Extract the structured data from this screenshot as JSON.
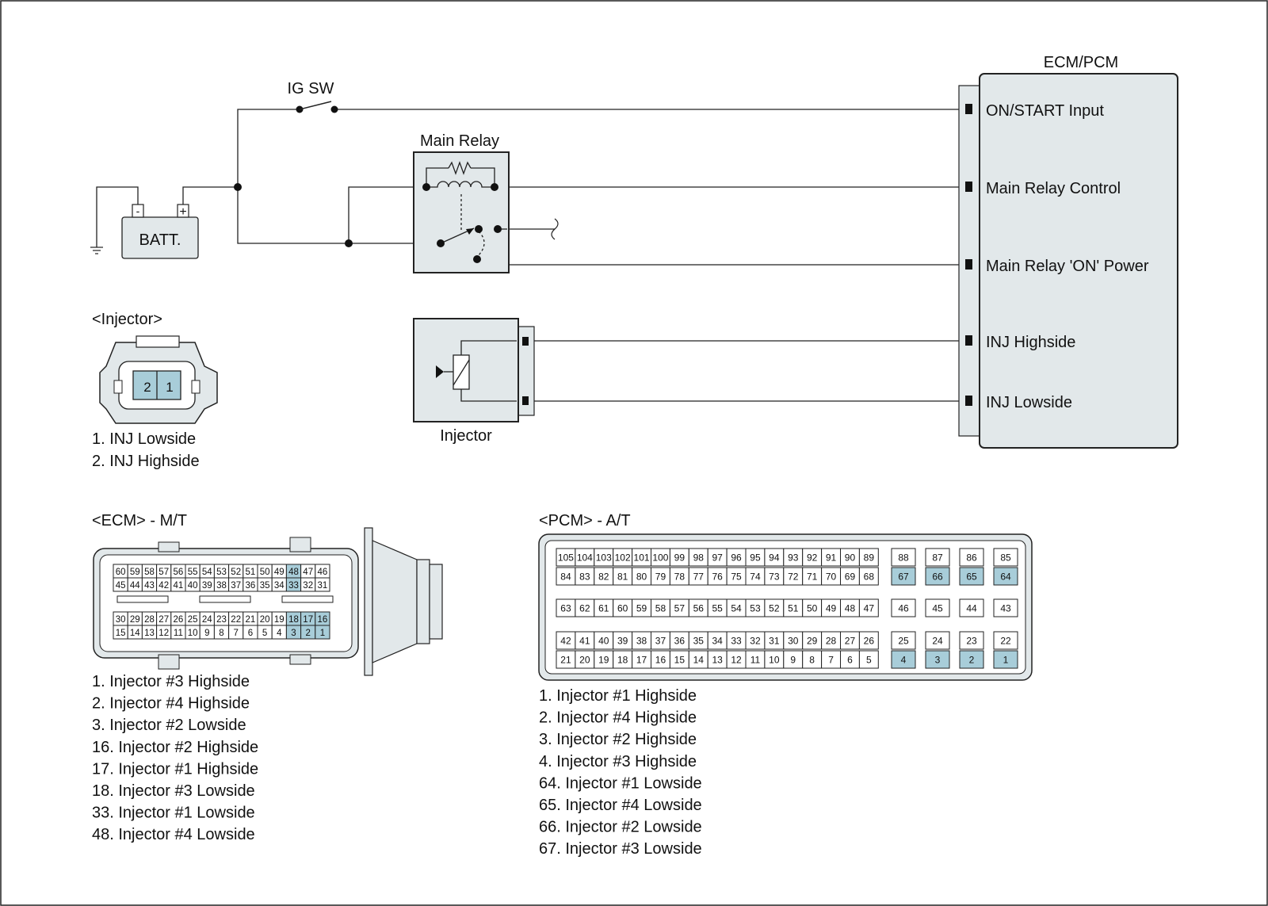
{
  "colors": {
    "box_fill": "#e2e8ea",
    "highlight_pin": "#a8cdd9",
    "line": "#222222"
  },
  "circuit": {
    "ig_sw_label": "IG SW",
    "battery_label": "BATT.",
    "battery_minus": "-",
    "battery_plus": "+",
    "main_relay_label": "Main Relay",
    "injector_label": "Injector",
    "ecm_title": "ECM/PCM",
    "ecm_terminals": [
      "ON/START Input",
      "Main Relay Control",
      "Main Relay 'ON' Power",
      "INJ Highside",
      "INJ Lowside"
    ]
  },
  "injector_connector": {
    "title": "<Injector>",
    "pins": [
      "2",
      "1"
    ],
    "legend": [
      "1. INJ Lowside",
      "2. INJ Highside"
    ]
  },
  "ecm_connector": {
    "title": "<ECM> - M/T",
    "rows": [
      [
        "60",
        "59",
        "58",
        "57",
        "56",
        "55",
        "54",
        "53",
        "52",
        "51",
        "50",
        "49",
        "48",
        "47",
        "46"
      ],
      [
        "45",
        "44",
        "43",
        "42",
        "41",
        "40",
        "39",
        "38",
        "37",
        "36",
        "35",
        "34",
        "33",
        "32",
        "31"
      ],
      [
        "30",
        "29",
        "28",
        "27",
        "26",
        "25",
        "24",
        "23",
        "22",
        "21",
        "20",
        "19",
        "18",
        "17",
        "16"
      ],
      [
        "15",
        "14",
        "13",
        "12",
        "11",
        "10",
        "9",
        "8",
        "7",
        "6",
        "5",
        "4",
        "3",
        "2",
        "1"
      ]
    ],
    "highlighted": [
      "48",
      "33",
      "18",
      "17",
      "16",
      "3",
      "2",
      "1"
    ],
    "legend": [
      "1. Injector #3 Highside",
      "2. Injector #4 Highside",
      "3. Injector #2 Lowside",
      "16. Injector #2 Highside",
      "17. Injector #1 Highside",
      "18. Injector #3 Lowside",
      "33. Injector #1 Lowside",
      "48. Injector #4 Lowside"
    ]
  },
  "pcm_connector": {
    "title": "<PCM> - A/T",
    "main_rows": [
      [
        "105",
        "104",
        "103",
        "102",
        "101",
        "100",
        "99",
        "98",
        "97",
        "96",
        "95",
        "94",
        "93",
        "92",
        "91",
        "90",
        "89"
      ],
      [
        "84",
        "83",
        "82",
        "81",
        "80",
        "79",
        "78",
        "77",
        "76",
        "75",
        "74",
        "73",
        "72",
        "71",
        "70",
        "69",
        "68"
      ],
      [
        "63",
        "62",
        "61",
        "60",
        "59",
        "58",
        "57",
        "56",
        "55",
        "54",
        "53",
        "52",
        "51",
        "50",
        "49",
        "48",
        "47"
      ],
      [
        "42",
        "41",
        "40",
        "39",
        "38",
        "37",
        "36",
        "35",
        "34",
        "33",
        "32",
        "31",
        "30",
        "29",
        "28",
        "27",
        "26"
      ],
      [
        "21",
        "20",
        "19",
        "18",
        "17",
        "16",
        "15",
        "14",
        "13",
        "12",
        "11",
        "10",
        "9",
        "8",
        "7",
        "6",
        "5"
      ]
    ],
    "side_columns": [
      [
        "88",
        "67",
        "46",
        "25",
        "4"
      ],
      [
        "87",
        "66",
        "45",
        "24",
        "3"
      ],
      [
        "86",
        "65",
        "44",
        "23",
        "2"
      ],
      [
        "85",
        "64",
        "43",
        "22",
        "1"
      ]
    ],
    "highlighted": [
      "67",
      "66",
      "65",
      "64",
      "4",
      "3",
      "2",
      "1"
    ],
    "legend": [
      "1. Injector #1 Highside",
      "2. Injector #4 Highside",
      "3. Injector #2 Highside",
      "4. Injector #3 Highside",
      "64. Injector #1 Lowside",
      "65. Injector #4 Lowside",
      "66. Injector #2 Lowside",
      "67. Injector #3 Lowside"
    ]
  }
}
